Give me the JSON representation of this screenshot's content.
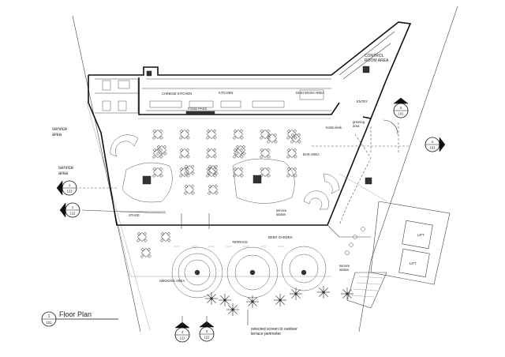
{
  "drawing": {
    "title": "Floor Plan",
    "title_number": "1",
    "title_sheet": "101"
  },
  "rooms": {
    "control_room": "CONTROL\nROOM AREA",
    "chinese_kitchen": "CHINESE KITCHEN",
    "kitchen": "KITCHEN",
    "dish_wash": "DISH WASH AREA",
    "food_pass": "FOOD PASS",
    "entry": "ENTRY",
    "greeting": "greeting\narea",
    "hostess": "hosts desk",
    "service_area_1": "service\narea",
    "service_area_2": "service\narea",
    "bar_area": "BAR AREA",
    "stage": "STAGE",
    "service_station_1": "service\nstation",
    "service_station_2": "service\nstation",
    "beer_garden": "BEER GARDEN",
    "terrace": "TERRACE",
    "smoking": "SMOKING AREA",
    "lift_1": "LIFT",
    "lift_2": "LIFT"
  },
  "notes": {
    "screen": "selected screen to outdoor\nterrace perimeter"
  },
  "markers": {
    "top_right": {
      "num": "3",
      "sheet": "101"
    },
    "right": {
      "num": "4",
      "sheet": "102"
    },
    "left_1": {
      "num": "1",
      "sheet": "121"
    },
    "left_2": {
      "num": "1",
      "sheet": "122"
    },
    "bottom_1": {
      "num": "2",
      "sheet": "121"
    },
    "bottom_2": {
      "num": "3",
      "sheet": "122"
    }
  }
}
